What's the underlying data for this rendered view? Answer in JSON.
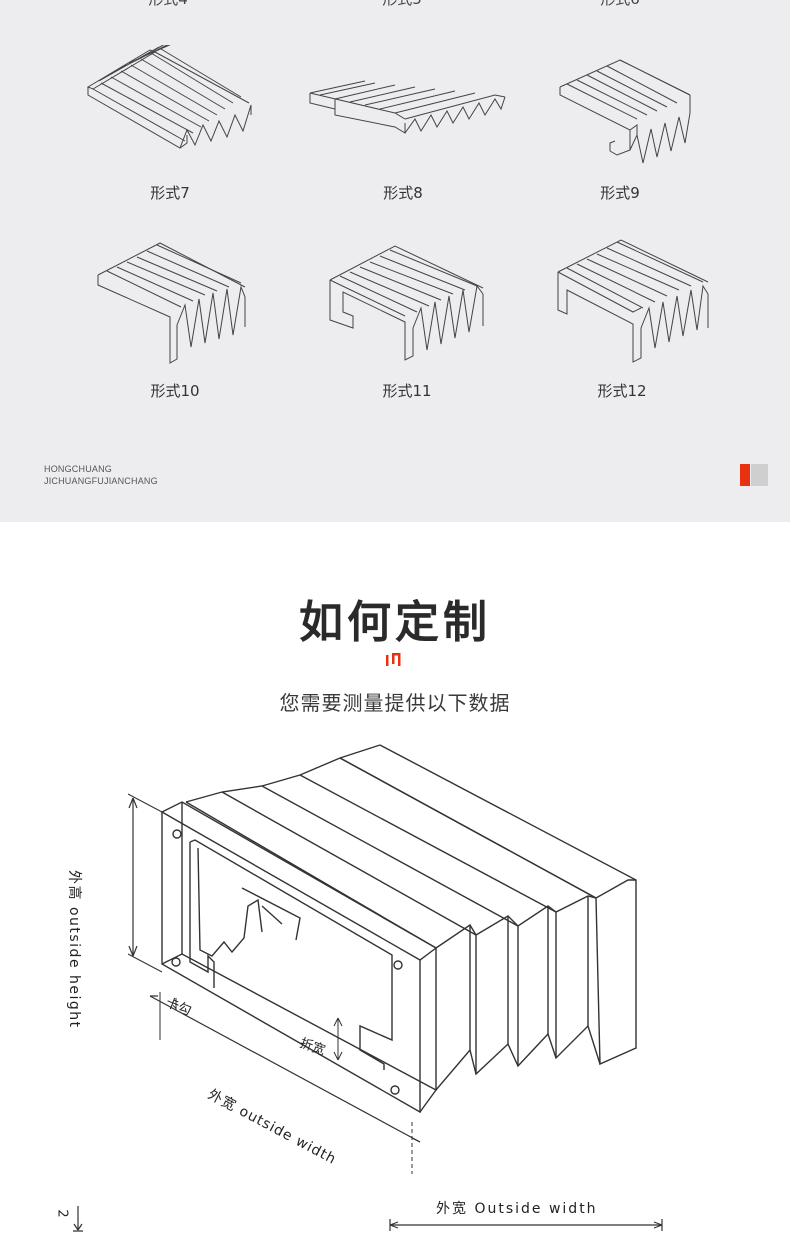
{
  "catalog": {
    "forms": [
      {
        "label": "形式7"
      },
      {
        "label": "形式8"
      },
      {
        "label": "形式9"
      },
      {
        "label": "形式10"
      },
      {
        "label": "形式11"
      },
      {
        "label": "形式12"
      }
    ],
    "brand_line1": "HONGCHUANG",
    "brand_line2": "JICHUANGFUJIANCHANG",
    "accent_color": "#e8320f"
  },
  "section": {
    "title": "如何定制",
    "subtitle": "您需要测量提供以下数据"
  },
  "diagram": {
    "label_outside_height": "外高 outside height",
    "label_hook": "卡勾",
    "label_fold_width": "折宽",
    "label_outside_width": "外宽 outside width",
    "bottom_outside_width": "外宽  Outside width",
    "bottom_number": "2"
  }
}
